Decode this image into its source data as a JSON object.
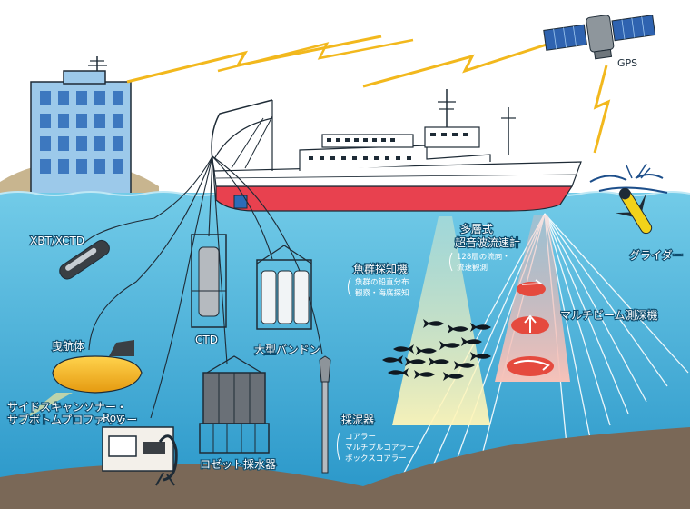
{
  "labels": {
    "gps": "GPS",
    "xbt": "XBT/XCTD",
    "towed_body": "曳航体",
    "side_scan": [
      "サイドスキャンソナー・",
      "サブボトムプロファイラー"
    ],
    "rov": "Rov",
    "ctd": "CTD",
    "large_pandon": "大型バンドン",
    "rosette": "ロゼット採水器",
    "sampler": "採泥器",
    "sampler_items": [
      "コアラー",
      "マルチプルコアラー",
      "ボックスコアラー"
    ],
    "fish_finder": "魚群探知機",
    "fish_finder_items": [
      "魚群の鉛直分布",
      "観察・海底探知"
    ],
    "adcp": [
      "多層式",
      "超音波流速計"
    ],
    "adcp_items": [
      "128層の流向・",
      "流速観測"
    ],
    "multibeam": "マルチビーム測深機",
    "glider": "グライダー"
  },
  "colors": {
    "sky": "#ffffff",
    "sea_top": "#68c6e6",
    "sea_bottom": "#2a96c8",
    "seabed": "#7a6857",
    "hill": "#c8b58f",
    "hull_red": "#e8414f",
    "lightning": "#f2b81d",
    "fish_beam": "#fff7c4",
    "multibeam_beam": "#f6b7b3",
    "towed_body": "#f3b21b"
  }
}
